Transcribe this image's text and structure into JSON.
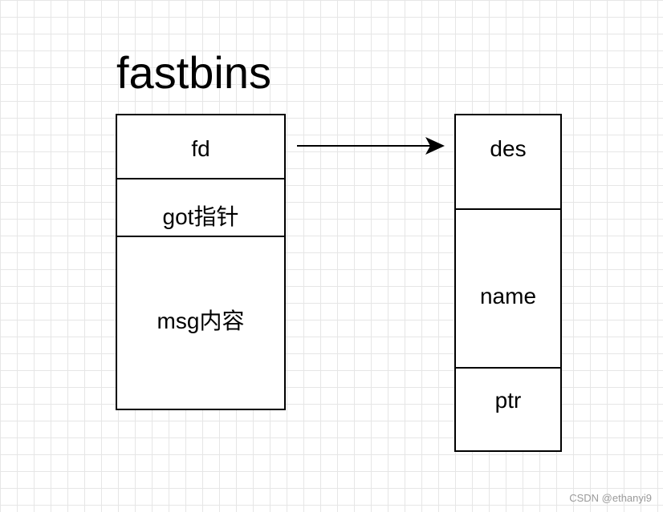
{
  "title": "fastbins",
  "left_stack": {
    "cells": [
      "fd",
      "got指针",
      "msg内容"
    ]
  },
  "right_stack": {
    "cells": [
      "des",
      "name",
      "ptr"
    ]
  },
  "watermark": "CSDN @ethanyi9"
}
